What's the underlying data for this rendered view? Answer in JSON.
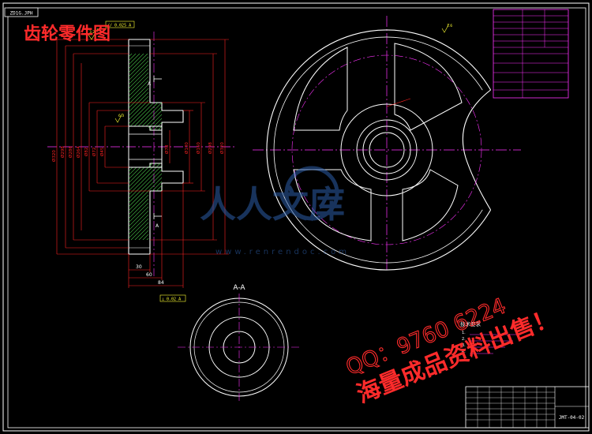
{
  "title": "齿轮零件图",
  "drawing_id_tag": "ZD1G.JPH",
  "section_label": "A-A",
  "section_marks": [
    "A",
    "A"
  ],
  "roughness": [
    "3.2",
    "6.3",
    "1.6"
  ],
  "tolerance_frames": [
    "// 0.025 A",
    "⊥ 0.02 A"
  ],
  "dimensions": {
    "left_vertical": [
      "Ø320",
      "Ø298",
      "Ø286",
      "Ø264",
      "Ø82",
      "Ø72",
      "Ø45"
    ],
    "right_vertical": [
      "Ø78",
      "Ø130",
      "Ø150",
      "Ø298",
      "Ø320"
    ],
    "bottom": [
      "30",
      "60",
      "84"
    ]
  },
  "watermark": {
    "brand": "人人文库",
    "url": "www.renrendoc.com",
    "qq": "QQ：9760 6224",
    "slogan": "海量成品资料出售！"
  },
  "tech_requirements": {
    "heading": "技术要求",
    "items": [
      "1.",
      "2.",
      "3.",
      "4."
    ]
  },
  "title_block": {
    "drawing_number": "JMT-04-02"
  },
  "colors": {
    "background": "#000000",
    "outline": "#ffffff",
    "dimension": "#ff2222",
    "hatch": "#4fd24f",
    "centerline": "#ff33ff",
    "table": "#ff33ff",
    "annotation": "#ffff33",
    "watermark_red": "#ff2b2b",
    "watermark_blue": "#2c5ea8"
  }
}
